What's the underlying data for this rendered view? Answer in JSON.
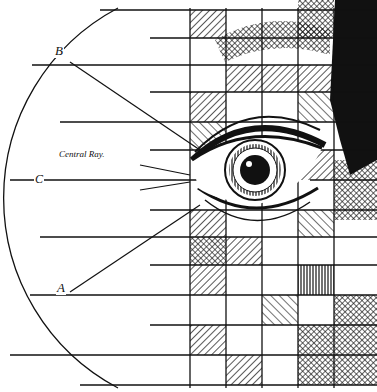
{
  "diagram": {
    "labels": [
      "B",
      "Central Ray.",
      "C",
      "A"
    ]
  }
}
